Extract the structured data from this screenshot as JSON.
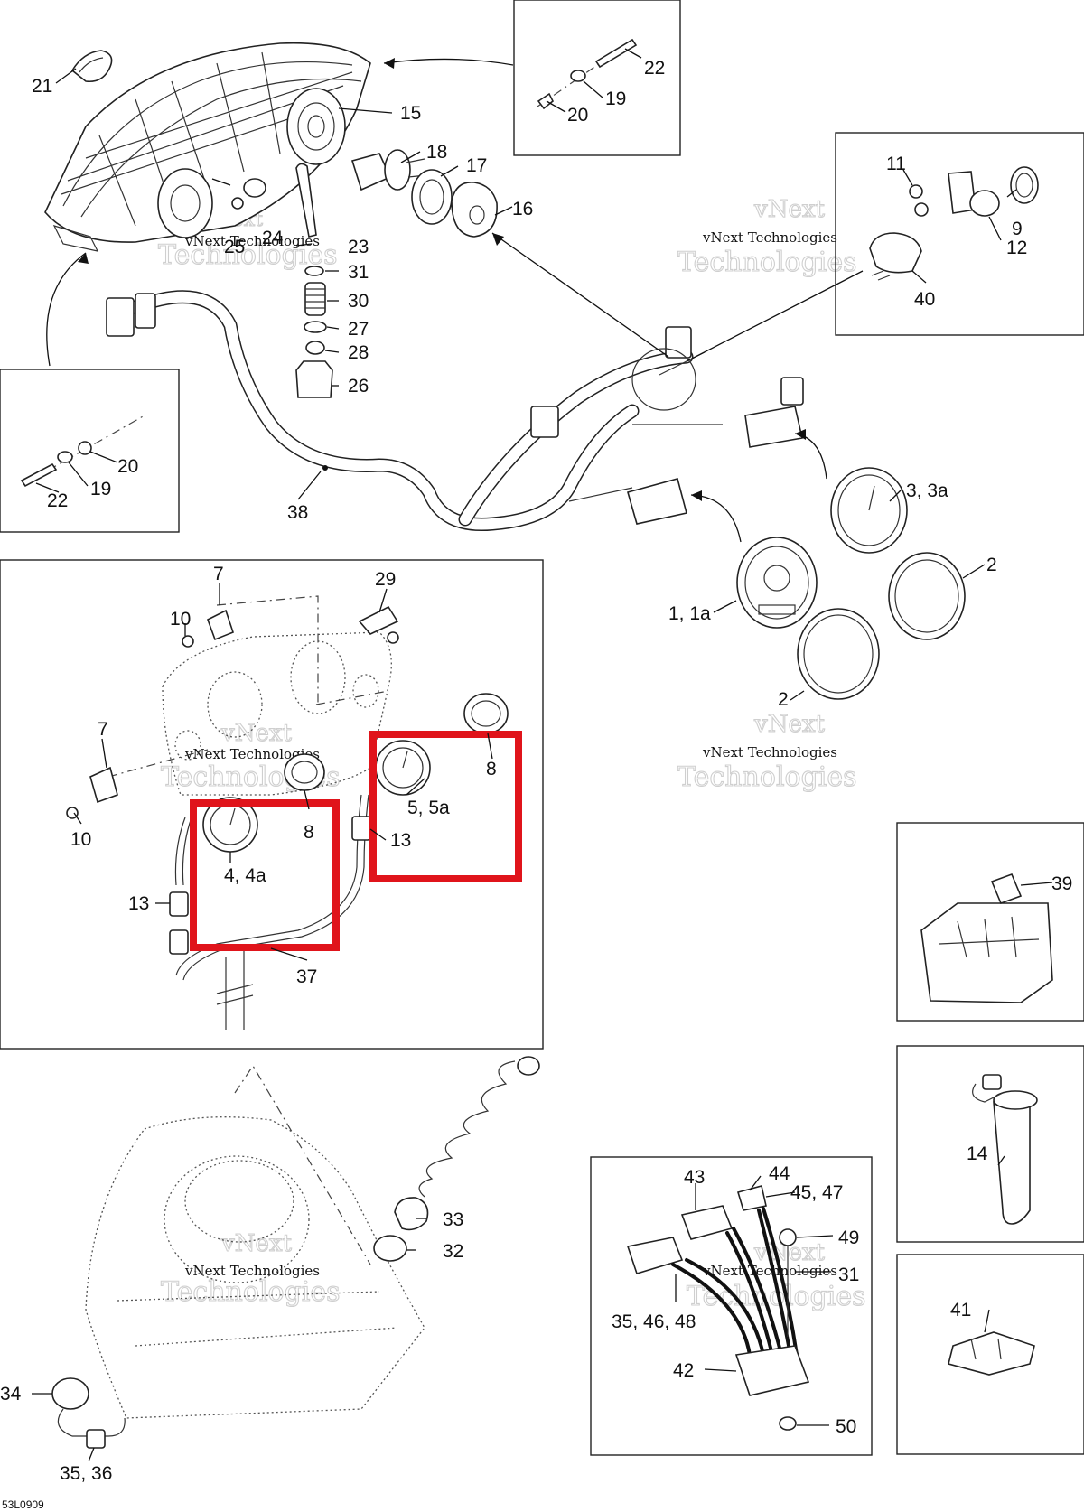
{
  "diagram_code": "53L0909",
  "watermark": {
    "line1": "vNext",
    "line2": "Technologies",
    "inline": "vNext Technologies"
  },
  "callouts": {
    "c21": "21",
    "c22_top": "22",
    "c19_top": "19",
    "c20_top": "20",
    "c15": "15",
    "c18": "18",
    "c17": "17",
    "c16": "16",
    "c24": "24",
    "c25": "25",
    "c23": "23",
    "c31_top": "31",
    "c30": "30",
    "c27": "27",
    "c28": "28",
    "c26": "26",
    "c11": "11",
    "c9": "9",
    "c12": "12",
    "c40": "40",
    "c20_left": "20",
    "c19_left": "19",
    "c22_left": "22",
    "c38": "38",
    "c3": "3, 3a",
    "c2_right": "2",
    "c1": "1, 1a",
    "c2_low": "2",
    "c7_top": "7",
    "c10_top": "10",
    "c29": "29",
    "c7_low": "7",
    "c10_low": "10",
    "c8_right": "8",
    "c5": "5, 5a",
    "c8_mid": "8",
    "c13_right": "13",
    "c4": "4, 4a",
    "c13_left": "13",
    "c37": "37",
    "c39": "39",
    "c14": "14",
    "c41": "41",
    "c33": "33",
    "c32": "32",
    "c34": "34",
    "c35_36": "35, 36",
    "c43": "43",
    "c44": "44",
    "c45_47": "45, 47",
    "c49": "49",
    "c31_low": "31",
    "c35_46_48": "35, 46, 48",
    "c42": "42",
    "c50": "50"
  }
}
